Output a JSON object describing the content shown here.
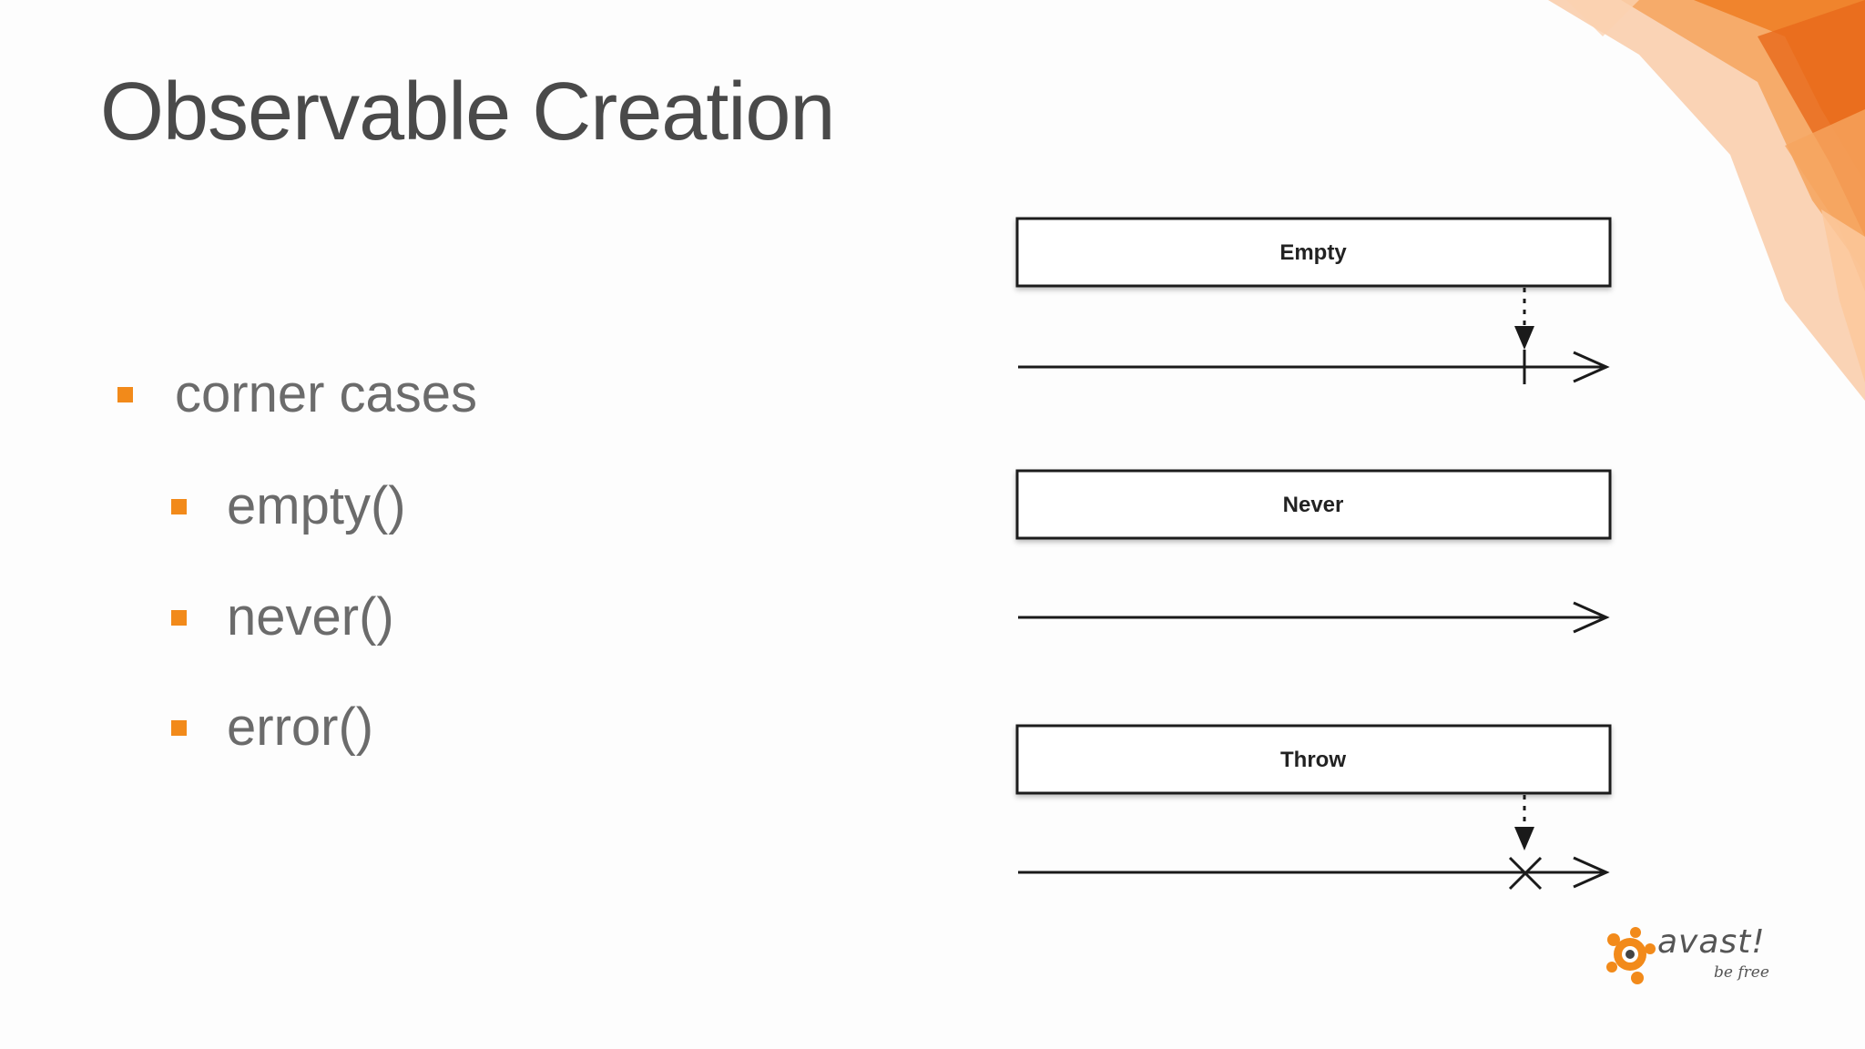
{
  "slide": {
    "title": "Observable Creation",
    "bullets": [
      {
        "text": "corner cases",
        "level": 1
      },
      {
        "text": "empty()",
        "level": 2
      },
      {
        "text": "never()",
        "level": 2
      },
      {
        "text": "error()",
        "level": 2
      }
    ]
  },
  "diagrams": [
    {
      "label": "Empty",
      "ending": "complete"
    },
    {
      "label": "Never",
      "ending": "none"
    },
    {
      "label": "Throw",
      "ending": "error"
    }
  ],
  "logo": {
    "wordmark": "avast!",
    "tagline": "be free"
  },
  "colors": {
    "accent": "#f28a1a",
    "title": "#4a4a4a",
    "bullet_text": "#6b6b6b"
  }
}
